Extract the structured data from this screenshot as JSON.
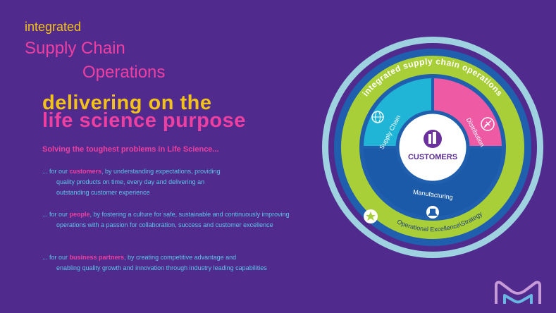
{
  "header": {
    "line1": "integrated",
    "line2": "Supply Chain",
    "line3": "Operations"
  },
  "headline": {
    "line1": "delivering on the",
    "line2": "life science purpose"
  },
  "lead": "Solving the toughest problems in Life Science...",
  "paragraphs": [
    {
      "prefix": "... for our ",
      "highlight": "customers",
      "line1_rest": ", by understanding  expectations, providing",
      "line2": "quality products  on time, every day and  delivering an",
      "line3": "outstanding customer experience"
    },
    {
      "prefix": "... for our ",
      "highlight": "people",
      "line1_rest": ", by fostering a  culture for safe, sustainable and  continuously improving",
      "line2": "operations with a passion for collaboration,  success and customer excellence",
      "line3": ""
    },
    {
      "prefix": "... for our ",
      "highlight": "business partners",
      "line1_rest": ", by  creating competitive advantage and",
      "line2": "enabling quality growth and innovation through industry leading capabilities",
      "line3": ""
    }
  ],
  "diagram": {
    "outer_ring_label": "integrated supply chain operations",
    "green_ring_label": "Operational Excellence\\Strategy",
    "segments": {
      "supply_chain": "Supply Chain",
      "distribution": "Distribution",
      "manufacturing": "Manufacturing"
    },
    "center": "CUSTOMERS",
    "icons": {
      "supply_chain": "globe-icon",
      "distribution": "airplane-icon",
      "manufacturing": "flask-icon",
      "operational_excellence": "star-icon",
      "center": "building-icon"
    }
  },
  "colors": {
    "background": "#512a8e",
    "yellow": "#f3c316",
    "pink": "#ef3fa0",
    "cyan": "#5dc5e8",
    "lime": "#a9cf38",
    "light_blue": "#9fd2e1",
    "blue": "#1f5fae",
    "teal": "#20b5d6",
    "magenta": "#ee5aa4"
  }
}
